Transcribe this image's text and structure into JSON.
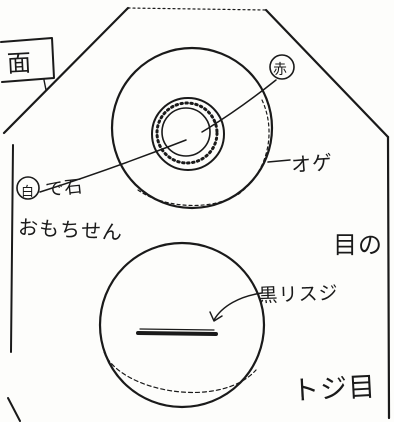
{
  "labels": {
    "side_label": "面",
    "red_marker": "赤",
    "white_marker": "白",
    "white_caption": "で石",
    "omochi": "おもちせん",
    "ogee": "オゲ",
    "eye_label": "目の",
    "black_line_label": "黒リスジ",
    "stitch_label": "トジ目"
  },
  "colors": {
    "ink": "#1a1a1a",
    "paper": "#fdfdfb"
  }
}
